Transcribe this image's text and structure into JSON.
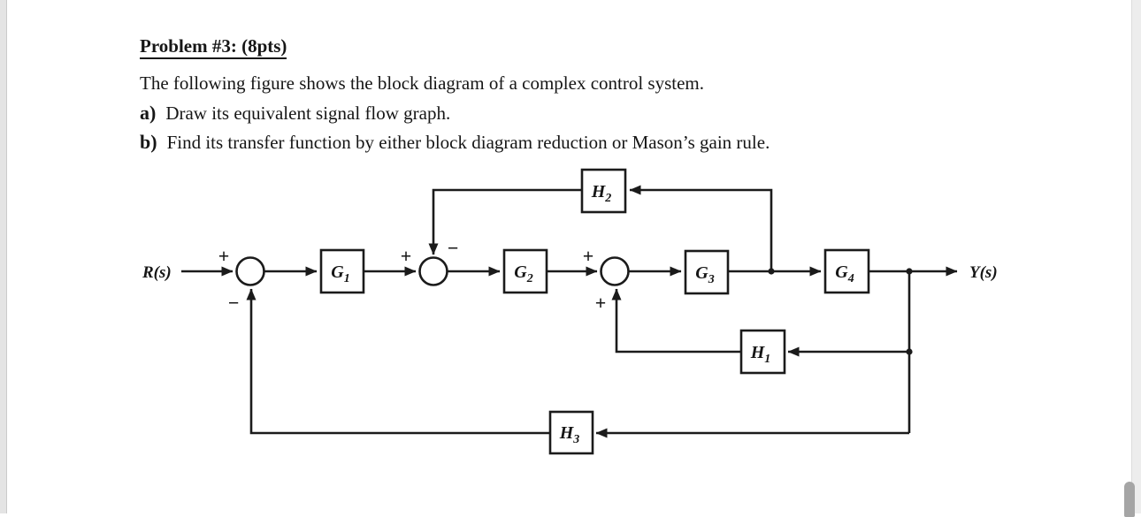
{
  "page": {
    "title": "Problem #3: (8pts)",
    "intro": "The following figure shows the block diagram of a complex control system.",
    "items": [
      {
        "marker": "a)",
        "text": "Draw its equivalent signal flow graph."
      },
      {
        "marker": "b)",
        "text": "Find its transfer function by either block diagram reduction or Mason’s gain rule."
      }
    ]
  },
  "diagram": {
    "input_label": "R(s)",
    "output_label": "Y(s)",
    "blocks": {
      "g1": {
        "base": "G",
        "sub": "1"
      },
      "g2": {
        "base": "G",
        "sub": "2"
      },
      "g3": {
        "base": "G",
        "sub": "3"
      },
      "g4": {
        "base": "G",
        "sub": "4"
      },
      "h1": {
        "base": "H",
        "sub": "1"
      },
      "h2": {
        "base": "H",
        "sub": "2"
      },
      "h3": {
        "base": "H",
        "sub": "3"
      }
    },
    "signs": {
      "sum1_top": "+",
      "sum1_bottom": "−",
      "sum2_left": "+",
      "sum2_top": "−",
      "sum3_left": "+",
      "sum3_bottom": "+"
    }
  },
  "colors": {
    "line": "#1b1b1b",
    "page_background": "#ffffff",
    "margin_strip": "#e4e4e4",
    "scrollbar_thumb": "#a5a5a5",
    "scrollbar_track": "#ededed"
  }
}
